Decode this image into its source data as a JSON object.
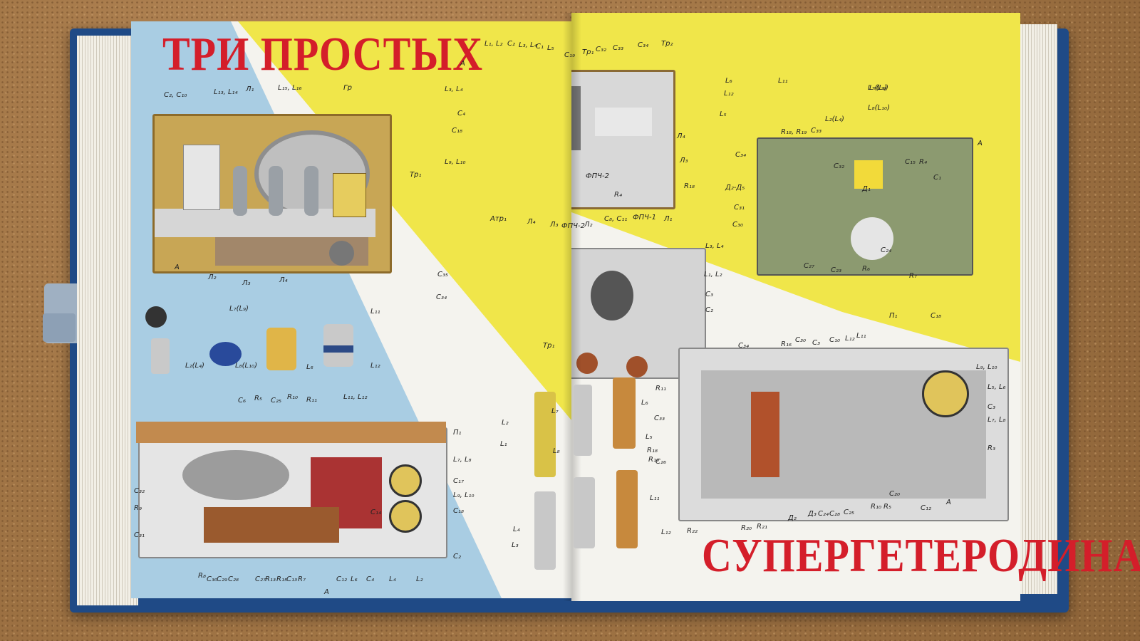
{
  "book": {
    "title_left": "ТРИ ПРОСТЫХ",
    "title_right": "СУПЕРГЕТЕРОДИНА"
  },
  "labels_left": [
    {
      "t": "С₂, С₁₀"
    },
    {
      "t": "L₁₃, L₁₄"
    },
    {
      "t": "Л₁"
    },
    {
      "t": "L₁₅, L₁₆"
    },
    {
      "t": "Гр"
    },
    {
      "t": "Тр₁"
    },
    {
      "t": "А"
    },
    {
      "t": "Л₂"
    },
    {
      "t": "Л₃"
    },
    {
      "t": "Л₄"
    },
    {
      "t": "L₇(L₉)"
    },
    {
      "t": "L₁₁"
    },
    {
      "t": "L₂(L₄)"
    },
    {
      "t": "L₈(L₁₀)"
    },
    {
      "t": "L₆"
    },
    {
      "t": "L₁₂"
    },
    {
      "t": "С₆"
    },
    {
      "t": "R₅"
    },
    {
      "t": "С₂₅"
    },
    {
      "t": "R₁₀"
    },
    {
      "t": "R₁₁"
    },
    {
      "t": "L₁₁, L₁₂"
    },
    {
      "t": "П₁"
    },
    {
      "t": "L₇, L₈"
    },
    {
      "t": "С₁₇"
    },
    {
      "t": "С₁₄"
    },
    {
      "t": "L₉, L₁₀"
    },
    {
      "t": "С₁₈"
    },
    {
      "t": "С₃₂"
    },
    {
      "t": "R₉"
    },
    {
      "t": "С₃₁"
    },
    {
      "t": "С₂"
    },
    {
      "t": "R₈"
    },
    {
      "t": "С₃₀"
    },
    {
      "t": "С₂₉"
    },
    {
      "t": "С₂₈"
    },
    {
      "t": "С₂₇"
    },
    {
      "t": "R₁₃"
    },
    {
      "t": "R₁₅"
    },
    {
      "t": "С₁₃"
    },
    {
      "t": "R₇"
    },
    {
      "t": "С₁₂"
    },
    {
      "t": "L₆"
    },
    {
      "t": "С₄"
    },
    {
      "t": "L₄"
    },
    {
      "t": "L₂"
    },
    {
      "t": "А"
    }
  ],
  "labels_right": [
    {
      "t": "L₁, L₂"
    },
    {
      "t": "С₂"
    },
    {
      "t": "L₃, L₄"
    },
    {
      "t": "С₁"
    },
    {
      "t": "L₅"
    },
    {
      "t": "С₁₉"
    },
    {
      "t": "Тр₁"
    },
    {
      "t": "С₃₂"
    },
    {
      "t": "С₃₃"
    },
    {
      "t": "С₃₄"
    },
    {
      "t": "Тр₂"
    },
    {
      "t": "А"
    },
    {
      "t": "L₃, L₄"
    },
    {
      "t": "С₄"
    },
    {
      "t": "С₁₈"
    },
    {
      "t": "L₉, L₁₀"
    },
    {
      "t": "ФПЧ-2"
    },
    {
      "t": "Л₄"
    },
    {
      "t": "Л₃"
    },
    {
      "t": "R₁₈"
    },
    {
      "t": "R₄"
    },
    {
      "t": "L₆"
    },
    {
      "t": "L₁₁"
    },
    {
      "t": "L₁₂"
    },
    {
      "t": "L₅"
    },
    {
      "t": "L₇(L₉)"
    },
    {
      "t": "L₂(L₄)"
    },
    {
      "t": "L₇(L₉)"
    },
    {
      "t": "L₈(L₁₀)"
    },
    {
      "t": "R₁₈, R₁₉"
    },
    {
      "t": "С₃₃"
    },
    {
      "t": "С₃₄"
    },
    {
      "t": "А"
    },
    {
      "t": "С₃₂"
    },
    {
      "t": "Д₂-Д₅"
    },
    {
      "t": "С₁₅"
    },
    {
      "t": "R₄"
    },
    {
      "t": "С₁"
    },
    {
      "t": "Д₁"
    },
    {
      "t": "С₃₁"
    },
    {
      "t": "С₃₀"
    },
    {
      "t": "С₂₄"
    },
    {
      "t": "С₂₇"
    },
    {
      "t": "С₂₃"
    },
    {
      "t": "R₆"
    },
    {
      "t": "R₇"
    },
    {
      "t": "Атр₁"
    },
    {
      "t": "Л₄"
    },
    {
      "t": "Л₃"
    },
    {
      "t": "ФПЧ-2"
    },
    {
      "t": "Л₂"
    },
    {
      "t": "С₈, С₁₁"
    },
    {
      "t": "ФПЧ-1"
    },
    {
      "t": "Л₁"
    },
    {
      "t": "L₃, L₄"
    },
    {
      "t": "L₁, L₂"
    },
    {
      "t": "С₃"
    },
    {
      "t": "С₂"
    },
    {
      "t": "С₃₅"
    },
    {
      "t": "С₃₄"
    },
    {
      "t": "Тр₁"
    },
    {
      "t": "П₁"
    },
    {
      "t": "С₁₈"
    },
    {
      "t": "С₃₄"
    },
    {
      "t": "R₁₆"
    },
    {
      "t": "С₃₀"
    },
    {
      "t": "С₃"
    },
    {
      "t": "С₁₀"
    },
    {
      "t": "L₁₂"
    },
    {
      "t": "L₁₁"
    },
    {
      "t": "L₉, L₁₀"
    },
    {
      "t": "L₅, L₆"
    },
    {
      "t": "С₃"
    },
    {
      "t": "L₇, L₈"
    },
    {
      "t": "R₃"
    },
    {
      "t": "R₁₁"
    },
    {
      "t": "С₃₃"
    },
    {
      "t": "R₁₈"
    },
    {
      "t": "R₁₉"
    },
    {
      "t": "С₂₆"
    },
    {
      "t": "R₂₂"
    },
    {
      "t": "R₂₀"
    },
    {
      "t": "R₂₁"
    },
    {
      "t": "Д₂"
    },
    {
      "t": "Д₃"
    },
    {
      "t": "С₂₄"
    },
    {
      "t": "С₂₈"
    },
    {
      "t": "С₂₅"
    },
    {
      "t": "R₁₀"
    },
    {
      "t": "R₅"
    },
    {
      "t": "С₁₂"
    },
    {
      "t": "А"
    },
    {
      "t": "С₂₀"
    },
    {
      "t": "L₂"
    },
    {
      "t": "L₁"
    },
    {
      "t": "L₇"
    },
    {
      "t": "L₈"
    },
    {
      "t": "L₆"
    },
    {
      "t": "L₅"
    },
    {
      "t": "L₄"
    },
    {
      "t": "L₃"
    },
    {
      "t": "L₁₁"
    },
    {
      "t": "L₁₂"
    }
  ],
  "colors": {
    "blue_bg": "#a9cde3",
    "yellow_bg": "#f0e64a",
    "title_red": "#d41e2a",
    "cover": "#1f4a86"
  }
}
